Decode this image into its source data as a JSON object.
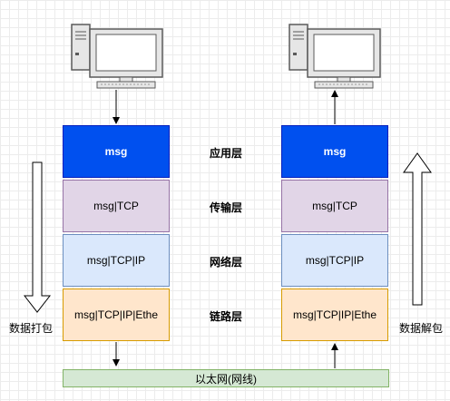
{
  "left_stack": {
    "layers": [
      {
        "label": "msg"
      },
      {
        "label": "msg|TCP"
      },
      {
        "label": "msg|TCP|IP"
      },
      {
        "label": "msg|TCP|IP|Ethe"
      }
    ]
  },
  "right_stack": {
    "layers": [
      {
        "label": "msg"
      },
      {
        "label": "msg|TCP"
      },
      {
        "label": "msg|TCP|IP"
      },
      {
        "label": "msg|TCP|IP|Ethe"
      }
    ]
  },
  "layer_names": [
    "应用层",
    "传输层",
    "网络层",
    "链路层"
  ],
  "left_label": "数据打包",
  "right_label": "数据解包",
  "ethernet_label": "以太网(网线)",
  "icons": [
    "desktop-computer-icon",
    "desktop-computer-icon",
    "arrow-down-icon",
    "arrow-up-icon"
  ],
  "colors": {
    "application": "#0050ef",
    "transport": "#e1d5e7",
    "network": "#dae8fc",
    "link": "#ffe6cc",
    "ethernet": "#d5e8d4"
  }
}
